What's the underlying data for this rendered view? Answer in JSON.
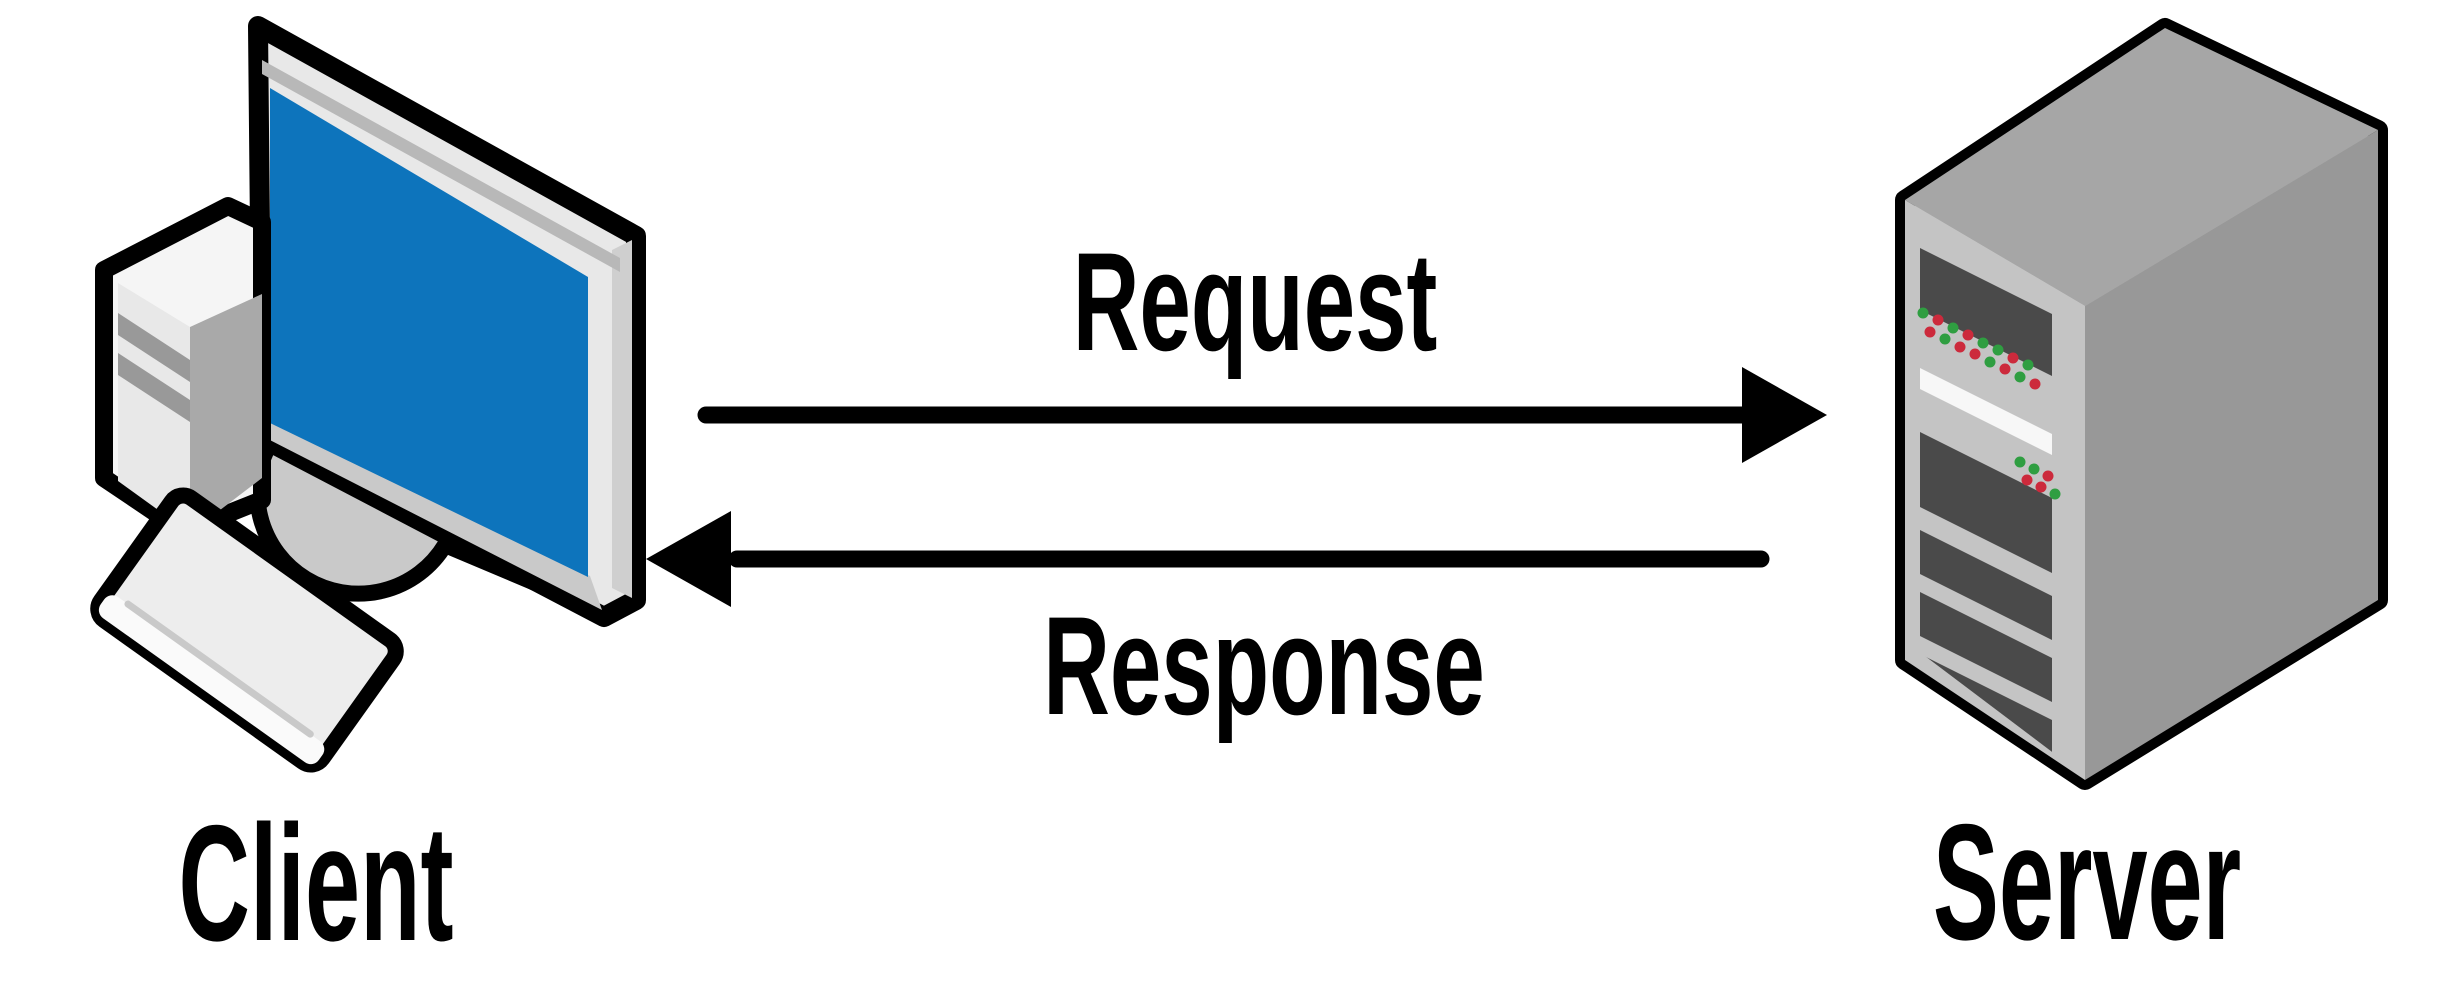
{
  "diagram": {
    "type": "client-server-request-response",
    "nodes": {
      "client": {
        "label": "Client",
        "icon": "desktop-computer-icon"
      },
      "server": {
        "label": "Server",
        "icon": "server-tower-icon"
      }
    },
    "edges": {
      "request": {
        "label": "Request",
        "from": "Client",
        "to": "Server",
        "direction": "right"
      },
      "response": {
        "label": "Response",
        "from": "Server",
        "to": "Client",
        "direction": "left"
      }
    },
    "colors": {
      "background": "#ffffff",
      "outline": "#000000",
      "screen_blue": "#0d74bc",
      "monitor_bezel": "#e8e8e8",
      "monitor_underside": "#c9c9c9",
      "tower_top": "#f5f5f5",
      "tower_front": "#e8e8e8",
      "tower_side": "#a9a9a9",
      "tower_stripe": "#999999",
      "keyboard": "#ededed",
      "server_front": "#c4c4c4",
      "server_side": "#989898",
      "server_top": "#a6a6a6",
      "server_slot": "#4a4a4a",
      "server_stripe": "#f7f7f7",
      "led_green": "#2f9e41",
      "led_red": "#cc2a3c"
    }
  }
}
